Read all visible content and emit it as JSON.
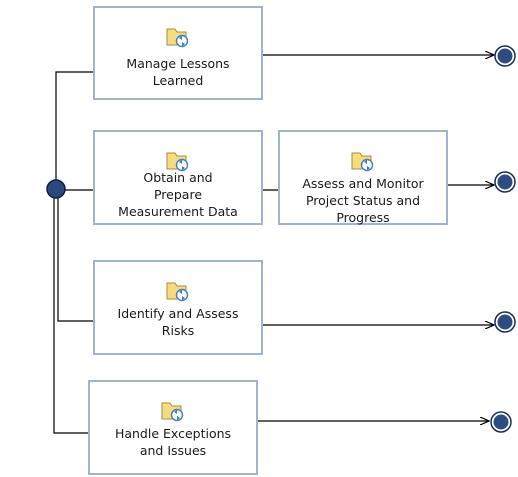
{
  "diagram": {
    "tasks": [
      {
        "id": "manage",
        "lines": [
          "Manage Lessons",
          "Learned"
        ],
        "icon": "task-folder-refresh-icon"
      },
      {
        "id": "obtain",
        "lines": [
          "Obtain and",
          "Prepare",
          "Measurement Data"
        ],
        "icon": "task-folder-refresh-icon"
      },
      {
        "id": "assess",
        "lines": [
          "Assess and Monitor",
          "Project Status and",
          "Progress"
        ],
        "icon": "task-folder-refresh-icon"
      },
      {
        "id": "risks",
        "lines": [
          "Identify and Assess",
          "Risks"
        ],
        "icon": "task-folder-refresh-icon"
      },
      {
        "id": "exceptions",
        "lines": [
          "Handle Exceptions",
          "and Issues"
        ],
        "icon": "task-folder-refresh-icon"
      }
    ],
    "colors": {
      "box_border": "#a3b3c9",
      "folder_fill": "#f5dc7e",
      "folder_stroke": "#a78b3a",
      "refresh_arrow": "#3c7fc4",
      "node_fill": "#2b4a7b"
    }
  }
}
